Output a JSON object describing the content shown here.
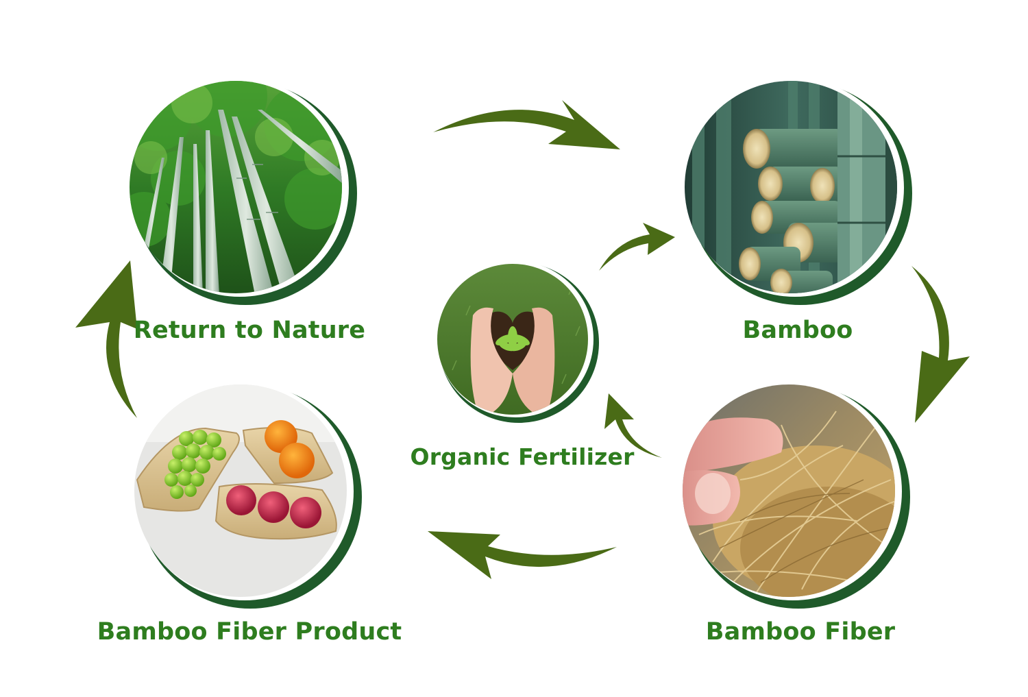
{
  "stages": {
    "return_to_nature": {
      "label": "Return to Nature",
      "photo": "bamboo-forest-canopy"
    },
    "bamboo": {
      "label": "Bamboo",
      "photo": "cut-bamboo-stalks"
    },
    "bamboo_fiber": {
      "label": "Bamboo Fiber",
      "photo": "hand-holding-raw-fiber"
    },
    "bamboo_fiber_product": {
      "label": "Bamboo Fiber Product",
      "photo": "fiber-trays-with-fruit"
    },
    "organic_fertilizer": {
      "label": "Organic Fertilizer",
      "photo": "heart-hands-with-seedling"
    }
  },
  "colors": {
    "arrow": "#4a6b16",
    "label_text": "#2e7d1f",
    "circle_ring": "#1f5a2a"
  },
  "icons": [
    "curved-arrow-icon"
  ]
}
